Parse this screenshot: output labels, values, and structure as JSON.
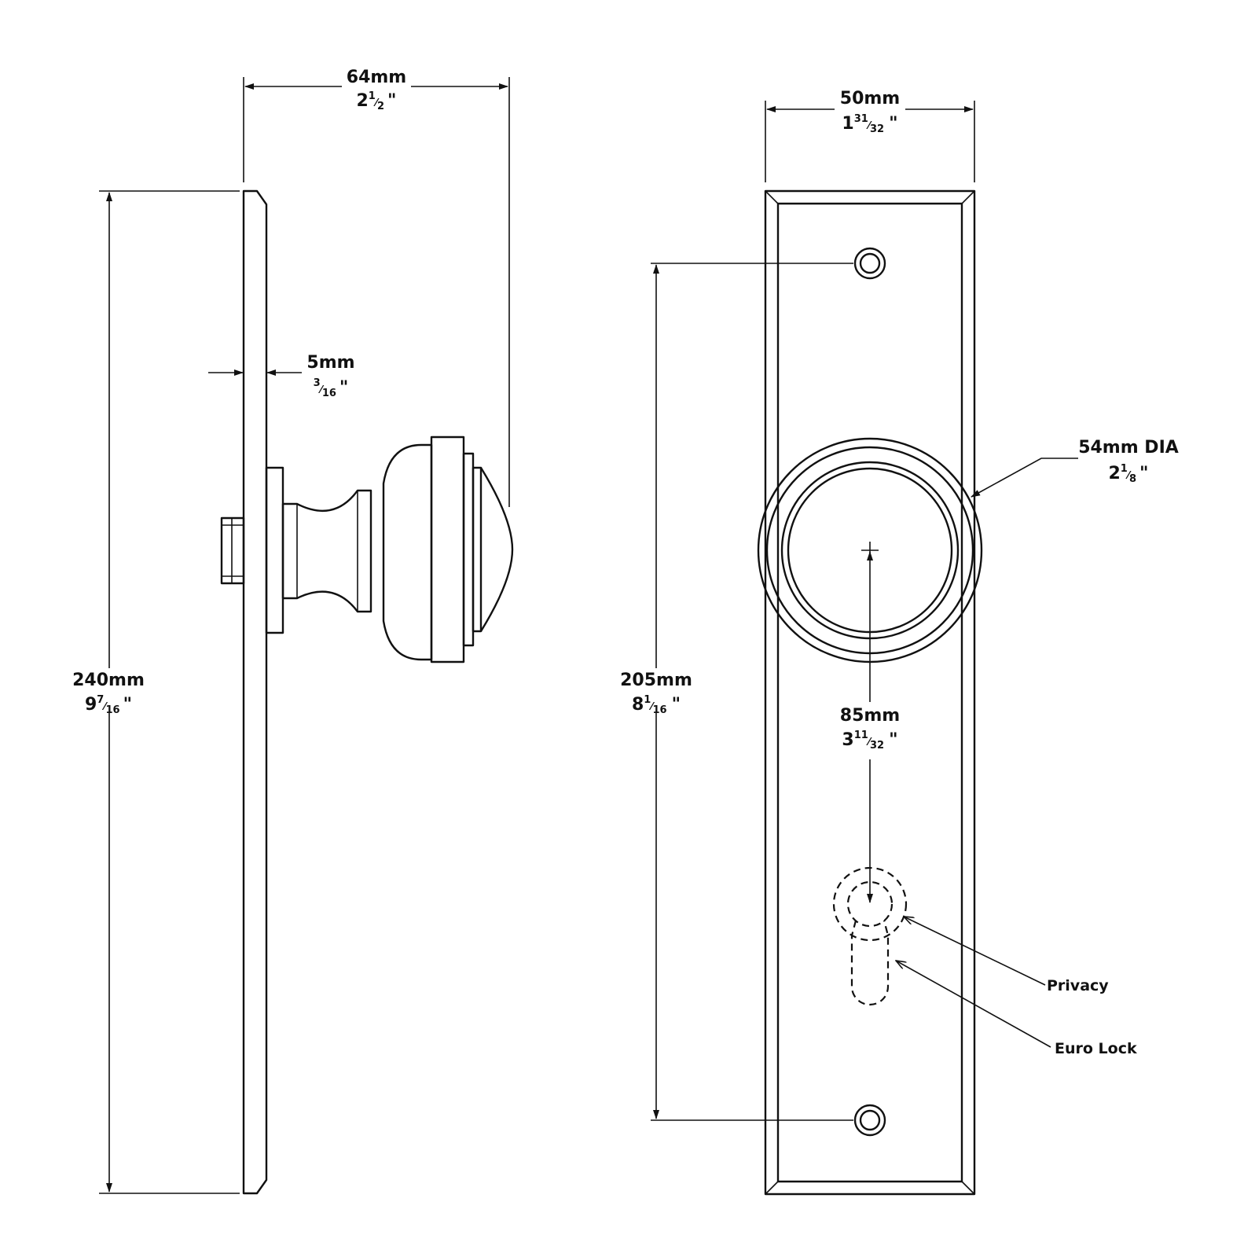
{
  "dimensions": {
    "projection": {
      "mm": "64mm",
      "inch_whole": "2",
      "inch_num": "1",
      "inch_den": "2",
      "inch_mark": "\""
    },
    "plate_width": {
      "mm": "50mm",
      "inch_whole": "1",
      "inch_num": "31",
      "inch_den": "32",
      "inch_mark": "\""
    },
    "plate_thick": {
      "mm": "5mm",
      "inch_whole": "",
      "inch_num": "3",
      "inch_den": "16",
      "inch_mark": "\""
    },
    "knob_dia": {
      "mm": "54mm DIA",
      "inch_whole": "2",
      "inch_num": "1",
      "inch_den": "8",
      "inch_mark": "\""
    },
    "plate_height": {
      "mm": "240mm",
      "inch_whole": "9",
      "inch_num": "7",
      "inch_den": "16",
      "inch_mark": "\""
    },
    "fixing_centres": {
      "mm": "205mm",
      "inch_whole": "8",
      "inch_num": "1",
      "inch_den": "16",
      "inch_mark": "\""
    },
    "backset": {
      "mm": "85mm",
      "inch_whole": "3",
      "inch_num": "11",
      "inch_den": "32",
      "inch_mark": "\""
    }
  },
  "callouts": {
    "privacy": "Privacy",
    "euro_lock": "Euro Lock"
  },
  "colors": {
    "line": "#111111",
    "background": "#ffffff"
  }
}
